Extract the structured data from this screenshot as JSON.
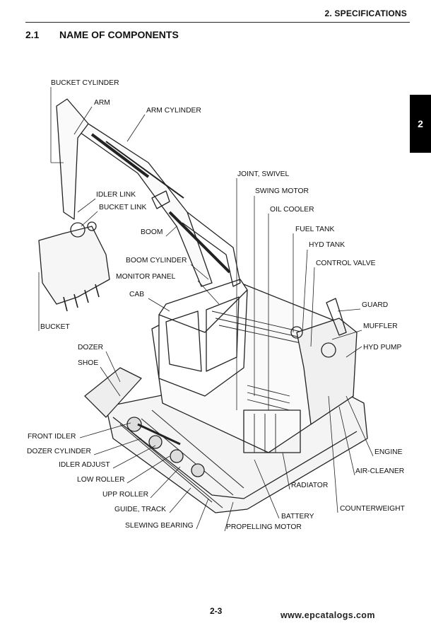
{
  "header": {
    "chapter": "2.  SPECIFICATIONS",
    "section_number": "2.1",
    "section_title": "NAME OF COMPONENTS"
  },
  "tab_marker": "2",
  "callouts": {
    "bucket_cylinder": "BUCKET CYLINDER",
    "arm": "ARM",
    "arm_cylinder": "ARM CYLINDER",
    "joint_swivel": "JOINT, SWIVEL",
    "swing_motor": "SWING MOTOR",
    "idler_link": "IDLER LINK",
    "bucket_link": "BUCKET LINK",
    "oil_cooler": "OIL COOLER",
    "fuel_tank": "FUEL TANK",
    "boom": "BOOM",
    "hyd_tank": "HYD TANK",
    "boom_cylinder": "BOOM CYLINDER",
    "control_valve": "CONTROL VALVE",
    "monitor_panel": "MONITOR PANEL",
    "cab": "CAB",
    "guard": "GUARD",
    "bucket": "BUCKET",
    "muffler": "MUFFLER",
    "dozer": "DOZER",
    "hyd_pump": "HYD PUMP",
    "shoe": "SHOE",
    "front_idler": "FRONT IDLER",
    "engine": "ENGINE",
    "dozer_cylinder": "DOZER CYLINDER",
    "idler_adjust": "IDLER ADJUST",
    "air_cleaner": "AIR-CLEANER",
    "low_roller": "LOW ROLLER",
    "radiator": "RADIATOR",
    "upp_roller": "UPP ROLLER",
    "guide_track": "GUIDE, TRACK",
    "counterweight": "COUNTERWEIGHT",
    "battery": "BATTERY",
    "slewing_bearing": "SLEWING BEARING",
    "propelling_motor": "PROPELLING MOTOR"
  },
  "footer": {
    "page_number": "2-3",
    "watermark": "www.epcatalogs.com"
  }
}
